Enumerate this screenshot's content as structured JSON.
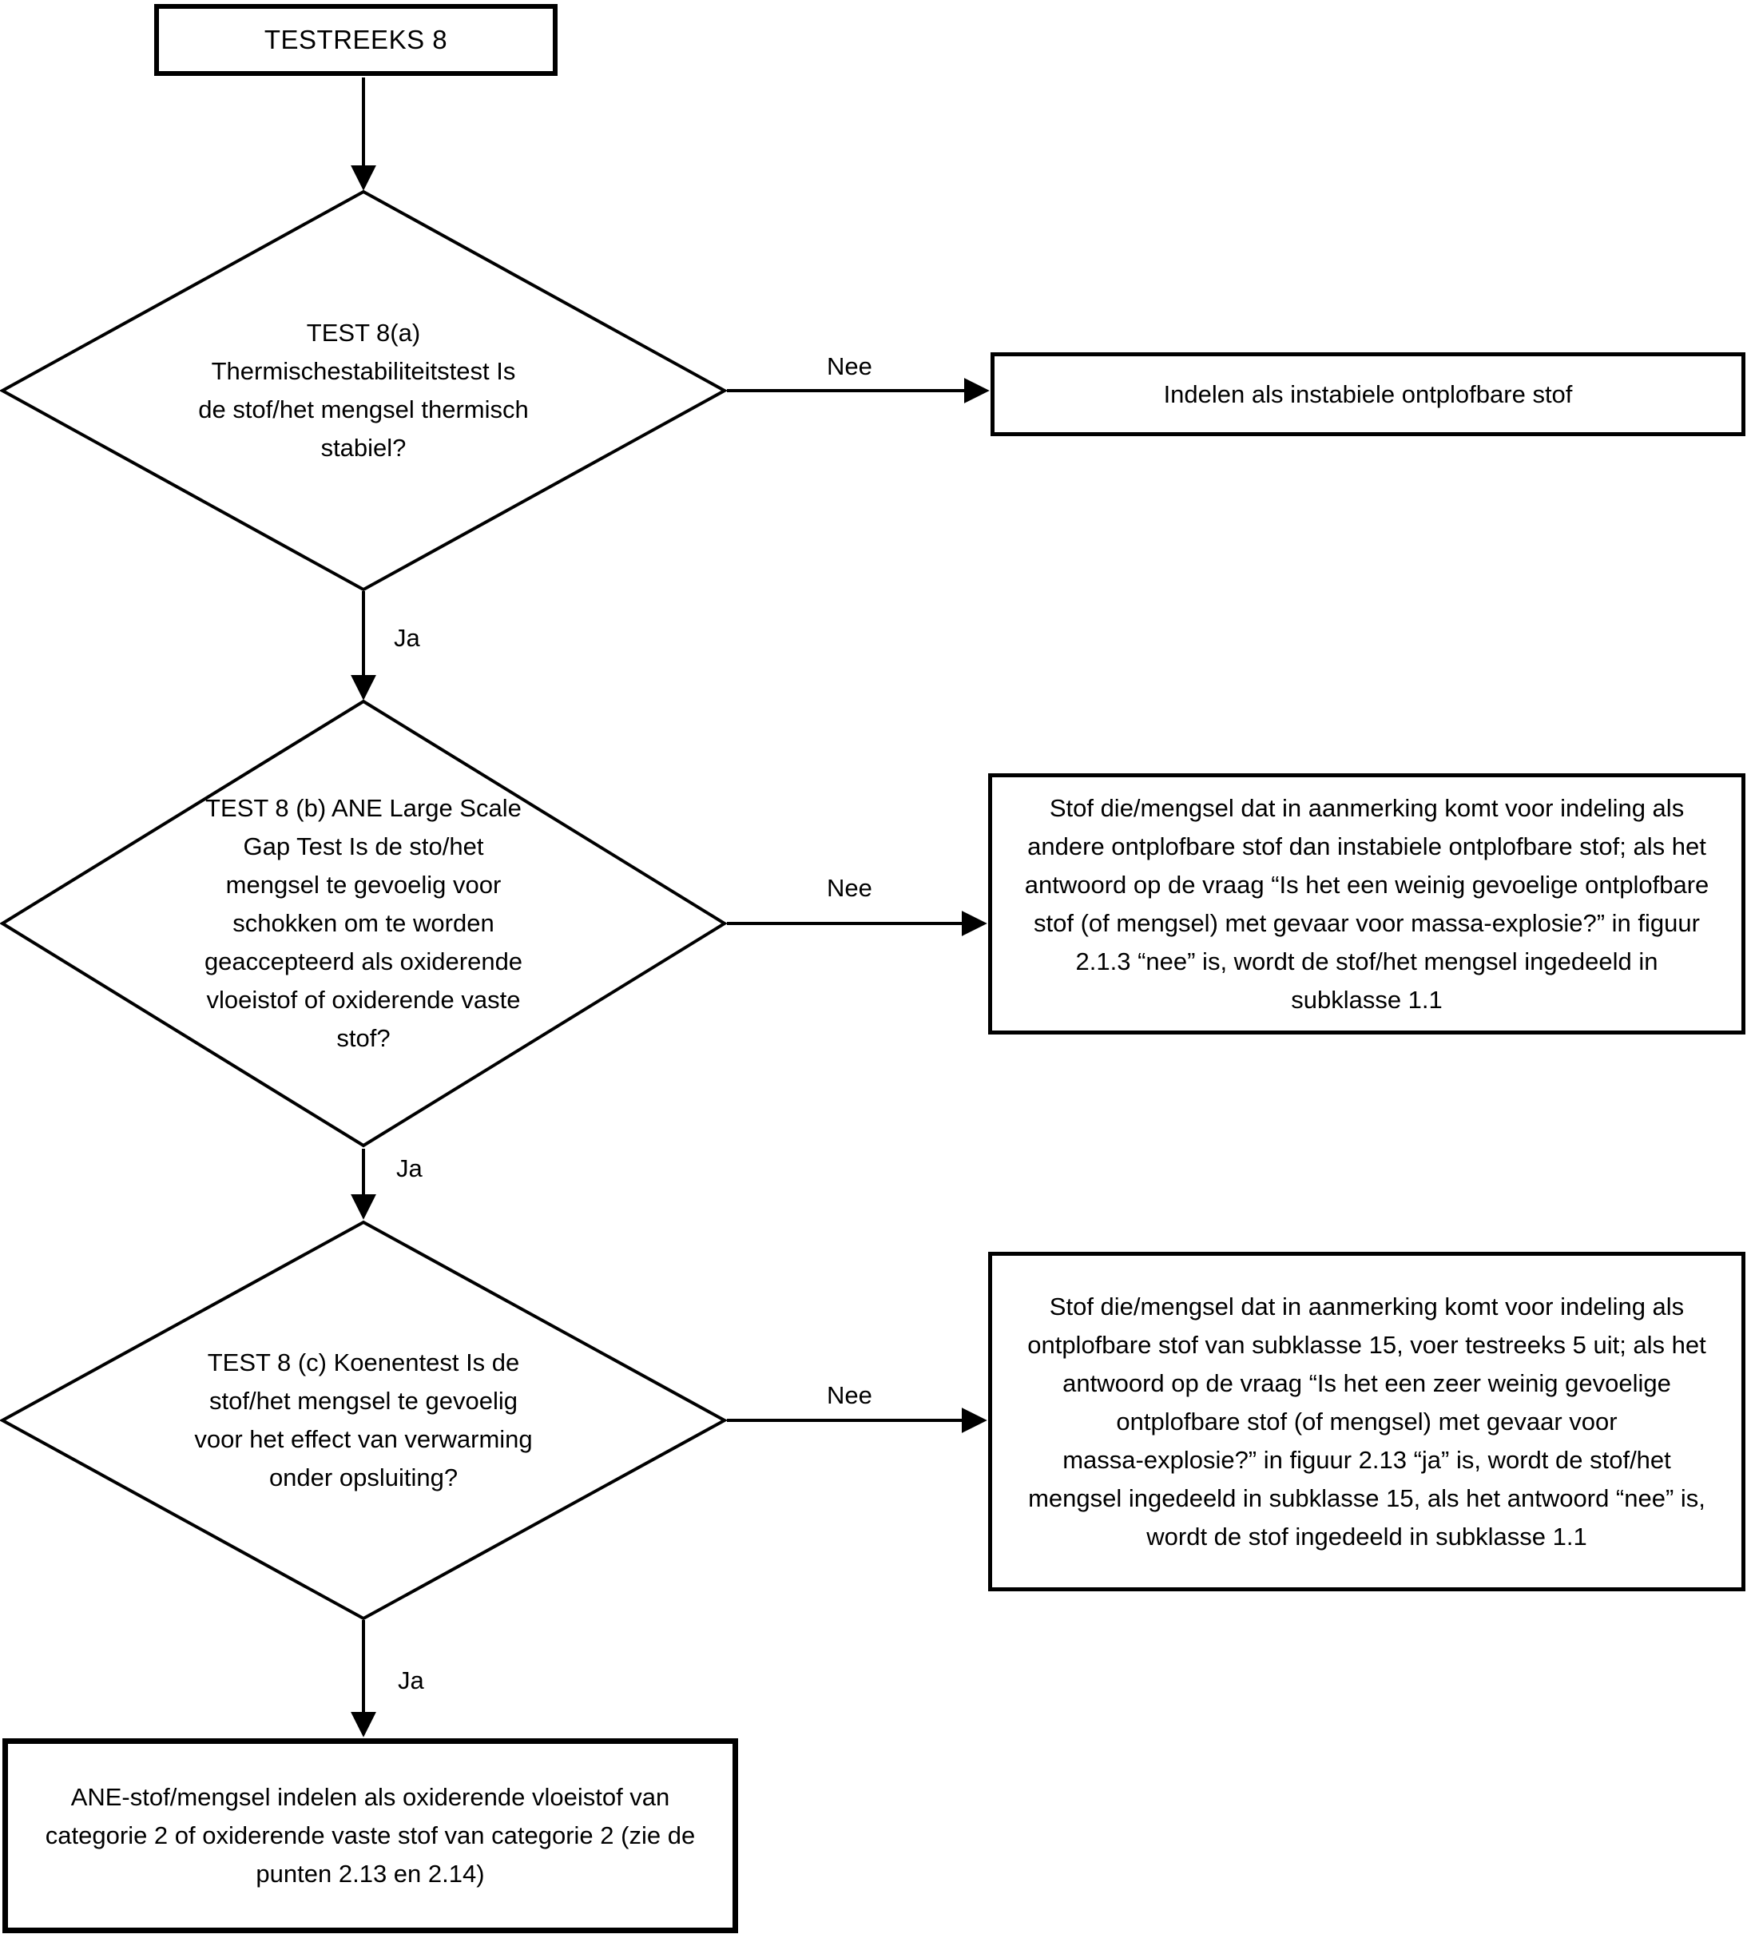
{
  "page": {
    "background_color": "#ffffff",
    "ink_color": "#000000"
  },
  "flow": {
    "start": "TESTREEKS 8",
    "decisions": {
      "a": "TEST 8(a)\nThermischestabiliteitstest Is\nde stof/het mengsel thermisch\nstabiel?",
      "b": "TEST 8 (b) ANE Large Scale\nGap Test Is de sto/het\nmengsel te gevoelig voor\nschokken om te worden\ngeaccepteerd als oxiderende\nvloeistof of oxiderende vaste\nstof?",
      "c": "TEST 8 (c) Koenentest Is de\nstof/het mengsel te gevoelig\nvoor het effect van verwarming\nonder opsluiting?"
    },
    "outcomes": {
      "a_nee": "Indelen als instabiele ontplofbare stof",
      "b_nee": "Stof die/mengsel dat in aanmerking komt voor indeling als\nandere ontplofbare stof dan instabiele ontplofbare stof; als het\nantwoord op de vraag “Is het een weinig gevoelige ontplofbare\nstof (of mengsel) met gevaar voor massa-explosie?” in figuur\n2.1.3 “nee” is, wordt de stof/het mengsel ingedeeld in\nsubklasse 1.1",
      "c_nee": "Stof die/mengsel dat in aanmerking komt voor indeling als\nontplofbare stof van subklasse 15, voer testreeks 5 uit; als het\nantwoord op de vraag “Is het een zeer weinig gevoelige\nontplofbare stof (of mengsel) met gevaar voor\nmassa-explosie?” in figuur 2.13 “ja” is, wordt de stof/het\nmengsel ingedeeld in subklasse 15, als het antwoord “nee” is,\nwordt de stof ingedeeld in subklasse 1.1",
      "final": "ANE-stof/mengsel indelen als oxiderende vloeistof van\ncategorie 2 of oxiderende vaste stof van categorie 2 (zie de\npunten 2.13 en 2.14)"
    },
    "edge_labels": {
      "ja1": "Ja",
      "ja2": "Ja",
      "ja3": "Ja",
      "nee1": "Nee",
      "nee2": "Nee",
      "nee3": "Nee"
    }
  }
}
